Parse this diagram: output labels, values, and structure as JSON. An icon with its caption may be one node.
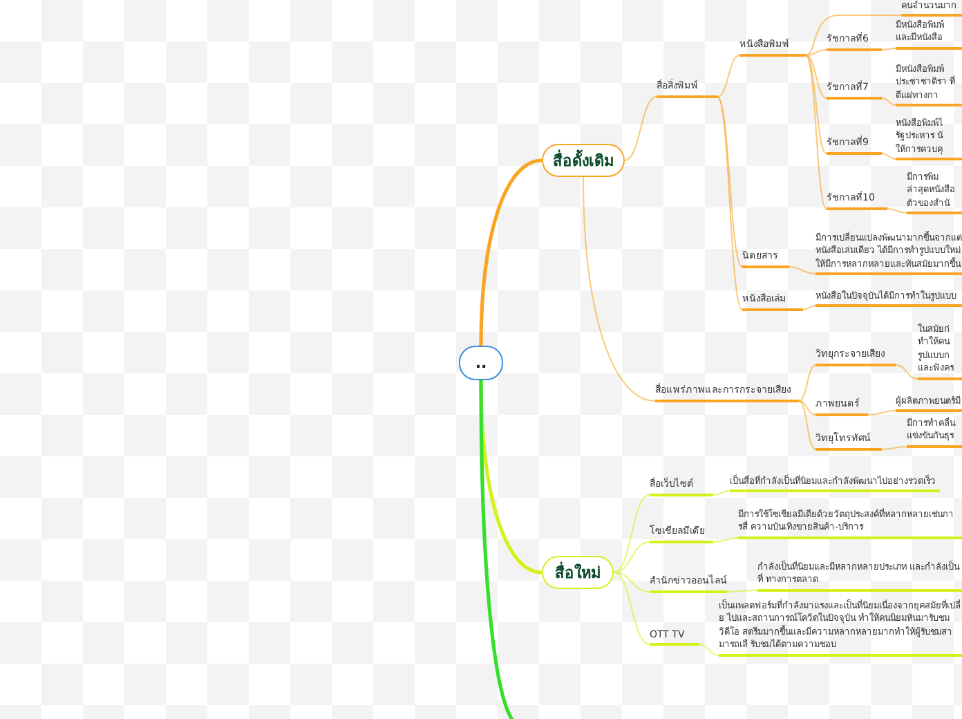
{
  "diagram": {
    "nodes": [
      {
        "text": [
          ".."
        ]
      },
      {
        "text": [
          "สื่อดั้งเดิม"
        ]
      },
      {
        "text": [
          "สื่อสิ่งพิมพ์"
        ]
      },
      {
        "text": [
          "หนังสือพิมพ์"
        ]
      },
      {
        "text": [
          "คนจำนวนมาก"
        ]
      },
      {
        "text": [
          "รัชกาลที่6"
        ]
      },
      {
        "text": [
          "มีหนังสือพิมพ์ และมีหนังสือ"
        ]
      },
      {
        "text": [
          "รัชกาลที่7"
        ]
      },
      {
        "text": [
          "มีหนังสือพิมพ์ ประชาชาติรา ที่ตีแผ่ทางกา"
        ]
      },
      {
        "text": [
          "รัชกาลที่9"
        ]
      },
      {
        "text": [
          "หนังสือพิมพ์ไ รัฐประหาร นั ให้การควบคุ"
        ]
      },
      {
        "text": [
          "รัชกาลที่10"
        ]
      },
      {
        "text": [
          "มีการพิม ล่าสุดหนังสือ ตัวของสำนั"
        ]
      },
      {
        "text": [
          "นิตยสาร"
        ]
      },
      {
        "text": [
          "มีการเปลี่ยนแปลงพัฒนามากขึ้นจากแต่ หนังสือเล่มเดียว ได้มีการทำรูปแบบใหม่ ให้มีการหลากหลายและทันสมัยมากขึ้น"
        ]
      },
      {
        "text": [
          "หนังสือเล่ม"
        ]
      },
      {
        "text": [
          "หนังสือในปัจจุบันได้มีการทำในรูปแบบ"
        ]
      },
      {
        "text": [
          "สื่อแพร่ภาพและการกระจายเสียง"
        ]
      },
      {
        "text": [
          "วิทยุกระจายเสียง"
        ]
      },
      {
        "text": [
          "ในสมัยก่ ทำให้คน รูปแบบก และฟังคร"
        ]
      },
      {
        "text": [
          "ภาพยนตร์"
        ]
      },
      {
        "text": [
          "ผู้ผลิตภาพยนตร์มี"
        ]
      },
      {
        "text": [
          "วิทยุโทรทัศน์"
        ]
      },
      {
        "text": [
          "มีการทำคลื่น แข่งขันกันธุร"
        ]
      },
      {
        "text": [
          "สื่อใหม่"
        ]
      },
      {
        "text": [
          "สื่อเว็บไซต์"
        ]
      },
      {
        "text": [
          "เป็นสื่อที่กำลังเป็นที่นิยมและกำลังพัฒนาไปอย่างรวดเร็ว"
        ]
      },
      {
        "text": [
          "โซเชียลมีเดีย"
        ]
      },
      {
        "text": [
          "มีการใช้โซเชียลมีเดียด้วยวัตถุประสงค์ที่หลากหลายเช่นการสื่ ความบันเทิงขายสินค้า-บริการ"
        ]
      },
      {
        "text": [
          "สำนักข่าวออนไลน์"
        ]
      },
      {
        "text": [
          "กำลังเป็นที่นิยมและมีหลากหลายประเภท และกำลังเป็นที่ ทางการตลาด"
        ]
      },
      {
        "text": [
          "OTT TV"
        ]
      },
      {
        "text": [
          "เป็นแพลตฟอร์มที่กำลังมาแรงและเป็นที่นิยมเนื่องจากยุคสมัยที่เปลี่ย ไปและสถานการณ์โควิดในปัจจุบัน ทำให้คนนิยมหันมารับชมวิดีโอ สตรีมมากขึ้นและมีความหลากหลายมากทำให้ผู้รับชมสามารถเลื รับชมได้ตามความชอบ"
        ]
      }
    ],
    "edges": [
      {
        "from": 0,
        "to": 1,
        "arrow": "none",
        "style": "thick"
      },
      {
        "from": 0,
        "to": 24,
        "arrow": "none",
        "style": "thick",
        "color": "#d6f01e"
      },
      {
        "from": 0,
        "to": null,
        "arrow": "none",
        "style": "thick",
        "color": "#35e02c"
      },
      {
        "from": 1,
        "to": 2,
        "arrow": "none"
      },
      {
        "from": 1,
        "to": 17,
        "arrow": "none"
      },
      {
        "from": 2,
        "to": 3,
        "arrow": "none"
      },
      {
        "from": 2,
        "to": 13,
        "arrow": "none"
      },
      {
        "from": 2,
        "to": 15,
        "arrow": "none"
      },
      {
        "from": 3,
        "to": 4,
        "arrow": "none"
      },
      {
        "from": 3,
        "to": 5,
        "arrow": "none"
      },
      {
        "from": 3,
        "to": 7,
        "arrow": "none"
      },
      {
        "from": 3,
        "to": 9,
        "arrow": "none"
      },
      {
        "from": 3,
        "to": 11,
        "arrow": "none"
      },
      {
        "from": 5,
        "to": 6,
        "arrow": "none"
      },
      {
        "from": 7,
        "to": 8,
        "arrow": "none"
      },
      {
        "from": 9,
        "to": 10,
        "arrow": "none"
      },
      {
        "from": 11,
        "to": 12,
        "arrow": "none"
      },
      {
        "from": 13,
        "to": 14,
        "arrow": "none"
      },
      {
        "from": 15,
        "to": 16,
        "arrow": "none"
      },
      {
        "from": 17,
        "to": 18,
        "arrow": "none"
      },
      {
        "from": 17,
        "to": 20,
        "arrow": "none"
      },
      {
        "from": 17,
        "to": 22,
        "arrow": "none"
      },
      {
        "from": 18,
        "to": 19,
        "arrow": "none"
      },
      {
        "from": 20,
        "to": 21,
        "arrow": "none"
      },
      {
        "from": 22,
        "to": 23,
        "arrow": "none"
      },
      {
        "from": 24,
        "to": 25,
        "arrow": "none",
        "color": "#d6f01e"
      },
      {
        "from": 24,
        "to": 27,
        "arrow": "none",
        "color": "#d6f01e"
      },
      {
        "from": 24,
        "to": 29,
        "arrow": "none",
        "color": "#d6f01e"
      },
      {
        "from": 24,
        "to": 31,
        "arrow": "none",
        "color": "#d6f01e"
      },
      {
        "from": 25,
        "to": 26,
        "arrow": "none",
        "color": "#d6f01e"
      },
      {
        "from": 27,
        "to": 28,
        "arrow": "none",
        "color": "#d6f01e"
      },
      {
        "from": 29,
        "to": 30,
        "arrow": "none",
        "color": "#d6f01e"
      },
      {
        "from": 31,
        "to": 32,
        "arrow": "none",
        "color": "#d6f01e"
      }
    ]
  }
}
